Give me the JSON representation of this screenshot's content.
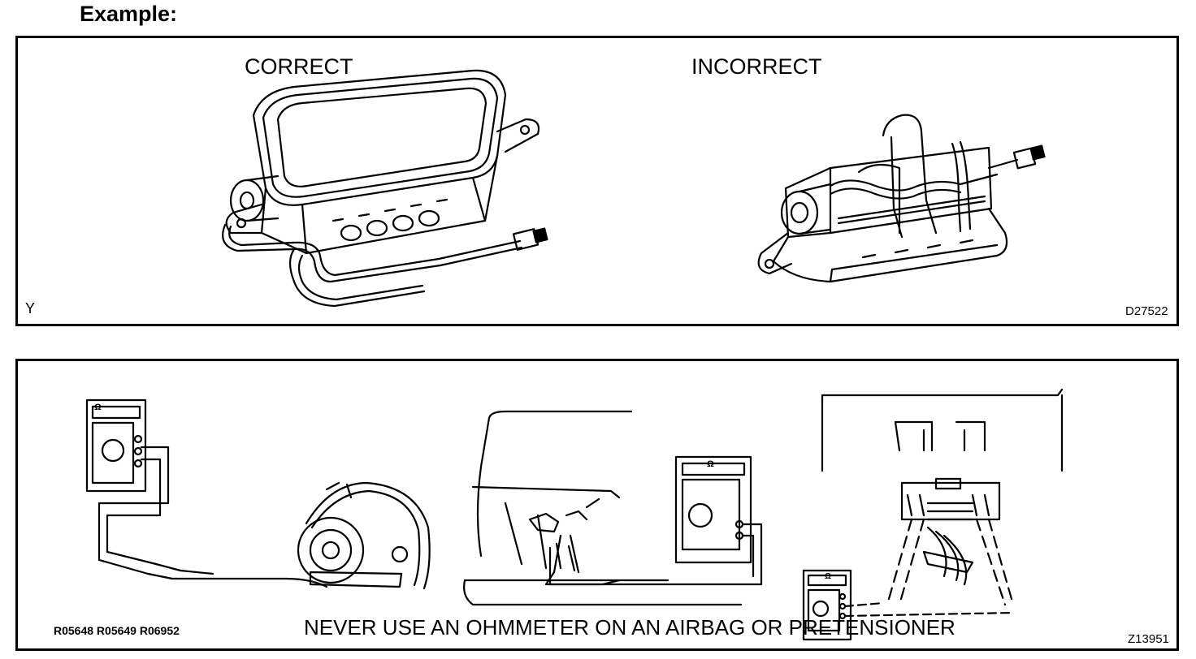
{
  "heading": "Example:",
  "top_panel": {
    "correct_label": "CORRECT",
    "incorrect_label": "INCORRECT",
    "corner_mark": "Y",
    "figure_code": "D27522"
  },
  "bottom_panel": {
    "reference_codes": "R05648 R05649 R06952",
    "warning": "NEVER USE AN OHMMETER ON AN AIRBAG OR PRETENSIONER",
    "figure_code": "Z13951",
    "ohmmeter_symbol": "Ω"
  }
}
